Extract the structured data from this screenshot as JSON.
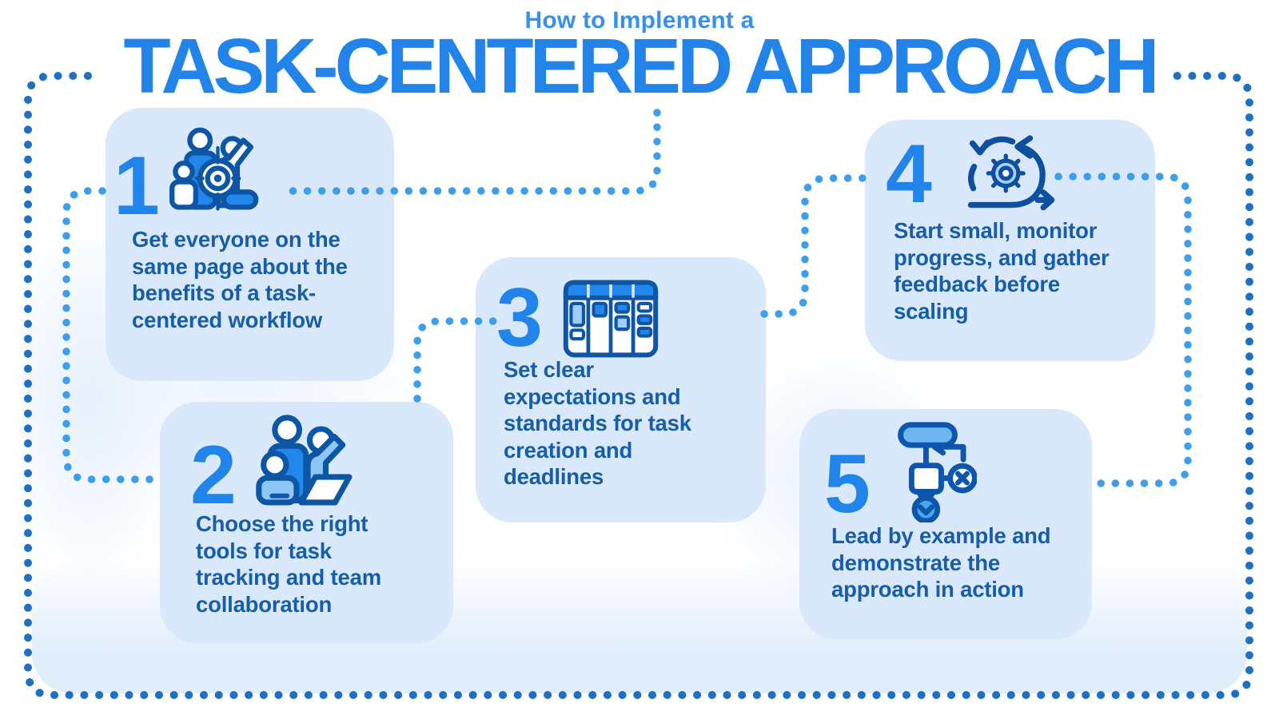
{
  "header": {
    "kicker": "How to Implement a",
    "title": "TASK-CENTERED APPROACH"
  },
  "steps": [
    {
      "number": "1",
      "icon": "team-target-icon",
      "text": "Get everyone on the\nsame page about the\nbenefits of a task-\ncentered workflow"
    },
    {
      "number": "2",
      "icon": "team-collaboration-laptop-icon",
      "text": "Choose the right\ntools for task\ntracking and team\ncollaboration"
    },
    {
      "number": "3",
      "icon": "kanban-board-icon",
      "text": "Set clear\nexpectations and\nstandards for task\ncreation and\ndeadlines"
    },
    {
      "number": "4",
      "icon": "agile-sprint-cycle-icon",
      "text": "Start small, monitor\nprogress, and gather\nfeedback before\nscaling"
    },
    {
      "number": "5",
      "icon": "workflow-flowchart-icon",
      "text": "Lead by example and\ndemonstrate the\napproach in action"
    }
  ],
  "colors": {
    "title_blue": "#2284e9",
    "kicker_blue": "#3790ea",
    "step_number_blue": "#2184ea",
    "body_text_blue": "#165ea9",
    "card_background": "#d9e8fa",
    "connector_dots": "#3f9eeb",
    "border_dots": "#1f70c5",
    "icon_outline": "#0d55a5",
    "icon_bright_blue": "#2287ea",
    "icon_light_blue": "#8ec7f5"
  }
}
